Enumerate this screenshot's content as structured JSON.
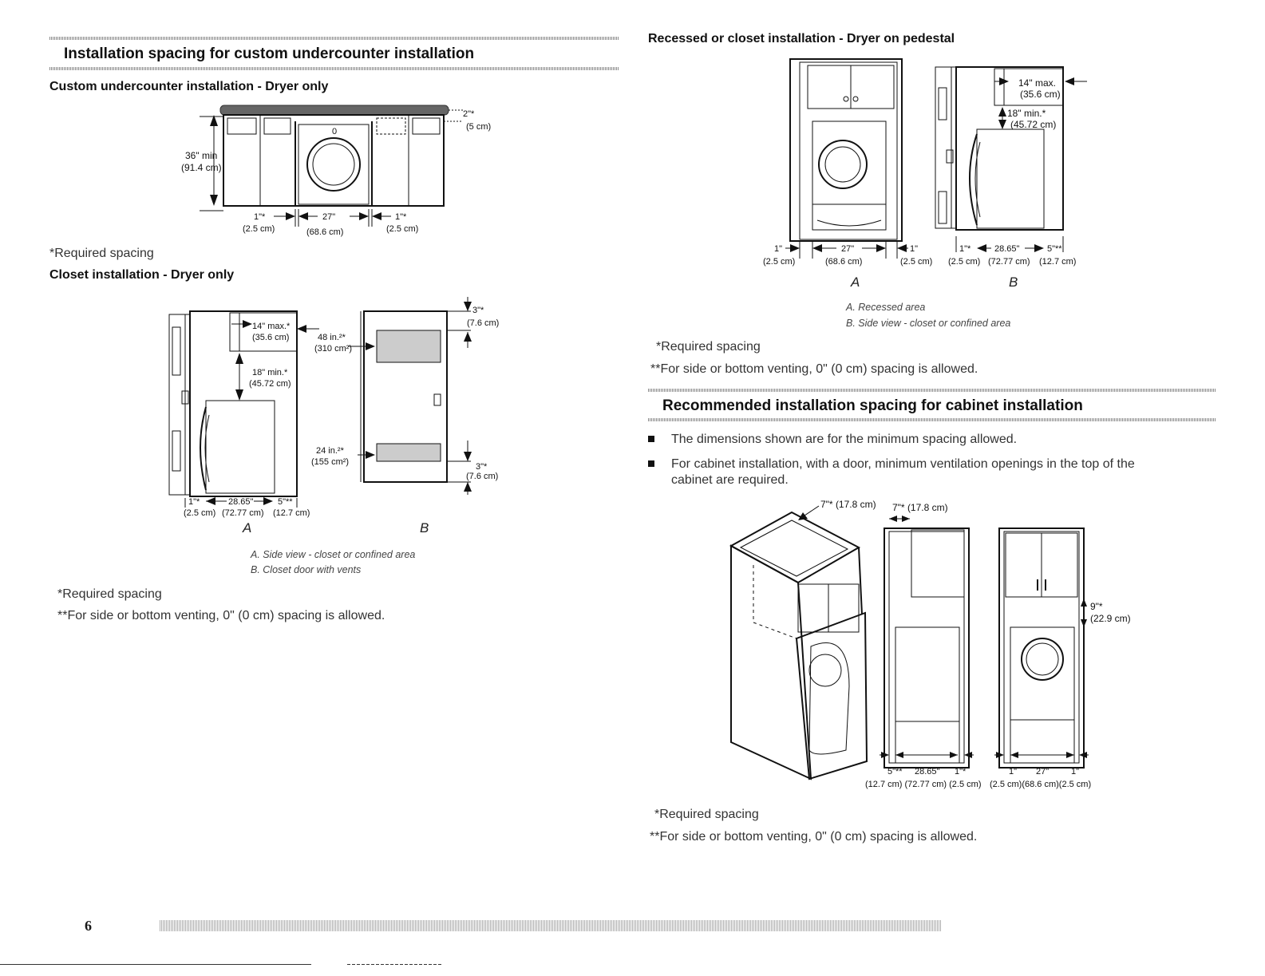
{
  "left": {
    "section_title": "Installation spacing for custom undercounter installation",
    "undercounter": {
      "heading": "Custom undercounter installation - Dryer only",
      "height": "36\" min",
      "height_cm": "(91.4 cm)",
      "top_gap": "2\"*",
      "top_gap_cm": "(5 cm)",
      "side_left": "1\"*",
      "side_left_cm": "(2.5 cm)",
      "width": "27\"",
      "width_cm": "(68.6 cm)",
      "side_right": "1\"*",
      "side_right_cm": "(2.5 cm)",
      "note": "*Required spacing"
    },
    "closet": {
      "heading": "Closet installation - Dryer only",
      "max_top": "14\" max.*",
      "max_top_cm": "(35.6 cm)",
      "min_gap": "18\" min.*",
      "min_gap_cm": "(45.72 cm)",
      "rear": "1\"*",
      "rear_cm": "(2.5 cm)",
      "depth": "28.65\"",
      "depth_cm": "(72.77 cm)",
      "front": "5\"**",
      "front_cm": "(12.7 cm)",
      "vent_top": "48 in.²*",
      "vent_top_cm": "(310 cm²)",
      "vent_bottom": "24 in.²*",
      "vent_bottom_cm": "(155 cm²)",
      "door_top": "3\"*",
      "door_top_cm": "(7.6 cm)",
      "door_bottom": "3\"*",
      "door_bottom_cm": "(7.6 cm)",
      "label_a": "A",
      "label_b": "B",
      "caption_a": "A. Side view - closet or confined area",
      "caption_b": "B. Closet door with vents",
      "note1": "*Required spacing",
      "note2": "**For side or bottom venting, 0\" (0 cm) spacing is allowed."
    },
    "page_number": "6"
  },
  "right": {
    "pedestal": {
      "heading": "Recessed or closet installation - Dryer on pedestal",
      "side_left": "1\"",
      "side_left_cm": "(2.5 cm)",
      "width": "27\"",
      "width_cm": "(68.6 cm)",
      "side_right": "1\"",
      "side_right_cm": "(2.5 cm)",
      "max_top": "14\" max.",
      "max_top_cm": "(35.6 cm)",
      "min_gap": "18\" min.*",
      "min_gap_cm": "(45.72 cm)",
      "rear": "1\"*",
      "rear_cm": "(2.5 cm)",
      "depth": "28.65\"",
      "depth_cm": "(72.77 cm)",
      "front": "5\"**",
      "front_cm": "(12.7 cm)",
      "label_a": "A",
      "label_b": "B",
      "caption_a": "A. Recessed area",
      "caption_b": "B. Side view - closet or confined area",
      "note1": "*Required spacing",
      "note2": "**For side or bottom venting, 0\" (0 cm) spacing is allowed."
    },
    "section_title": "Recommended installation spacing for cabinet installation",
    "bullets": [
      "The dimensions shown are for the minimum spacing allowed.",
      "For cabinet installation, with a door, minimum ventilation openings in the top of the",
      "cabinet are required."
    ],
    "cabinet": {
      "top_left": "7\"* (17.8 cm)",
      "top_mid": "7\"* (17.8 cm)",
      "gap": "9\"*",
      "gap_cm": "(22.9 cm)",
      "mid_front": "5\"**",
      "mid_depth": "28.65\"",
      "mid_rear": "1\"*",
      "mid_cm": "(12.7 cm) (72.77 cm) (2.5 cm)",
      "r_left": "1\"",
      "r_width": "27\"",
      "r_right": "1\"",
      "r_cm": "(2.5 cm)(68.6 cm)(2.5 cm)",
      "note1": "*Required spacing",
      "note2": "**For side or bottom venting, 0\" (0 cm) spacing is allowed."
    }
  }
}
